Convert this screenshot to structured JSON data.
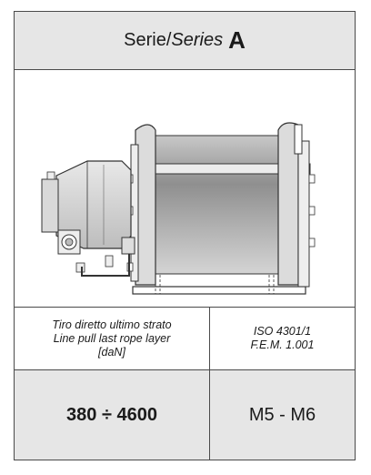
{
  "header": {
    "prefix": "Serie/",
    "series_word": "Series",
    "series_letter": "A"
  },
  "specs": {
    "left_lines": [
      "Tiro diretto ultimo strato",
      "Line pull last rope layer",
      "[daN]"
    ],
    "right_lines": [
      "ISO 4301/1",
      "F.E.M. 1.001"
    ]
  },
  "values": {
    "line_pull_range": "380 ÷ 4600",
    "classification": "M5 - M6"
  },
  "colors": {
    "panel_gray": "#e6e6e6",
    "border": "#4a4a4a",
    "drum_gray": "#a9a9a9"
  }
}
